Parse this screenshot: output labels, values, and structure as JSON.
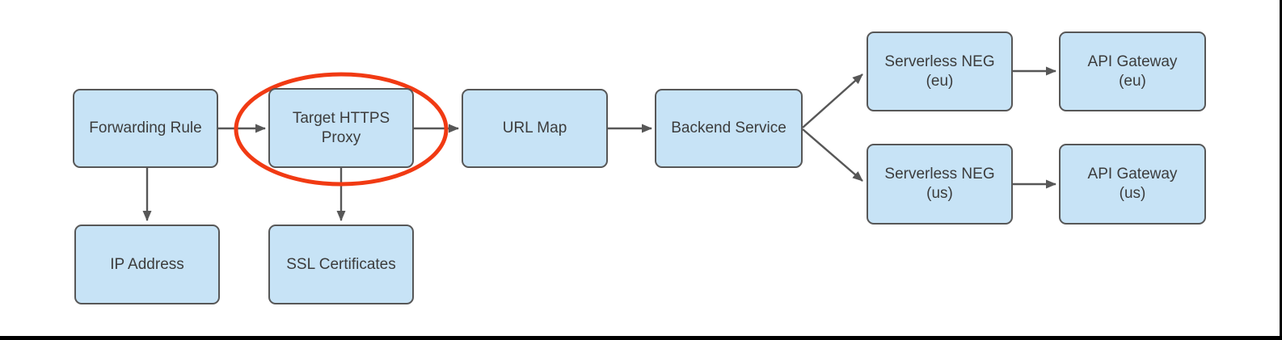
{
  "diagram": {
    "type": "flowchart",
    "colors": {
      "node_fill": "#C7E3F6",
      "node_border": "#575757",
      "node_text": "#3C3C3C",
      "arrow": "#575757",
      "highlight": "#F13A13",
      "frame": "#000000",
      "background": "#FFFFFF"
    },
    "nodes": {
      "forwarding_rule": {
        "lines": [
          "Forwarding Rule"
        ]
      },
      "target_https_proxy": {
        "lines": [
          "Target HTTPS",
          "Proxy"
        ]
      },
      "url_map": {
        "lines": [
          "URL Map"
        ]
      },
      "backend_service": {
        "lines": [
          "Backend Service"
        ]
      },
      "serverless_neg_eu": {
        "lines": [
          "Serverless NEG",
          "(eu)"
        ]
      },
      "api_gateway_eu": {
        "lines": [
          "API Gateway",
          "(eu)"
        ]
      },
      "serverless_neg_us": {
        "lines": [
          "Serverless NEG",
          "(us)"
        ]
      },
      "api_gateway_us": {
        "lines": [
          "API Gateway",
          "(us)"
        ]
      },
      "ip_address": {
        "lines": [
          "IP Address"
        ]
      },
      "ssl_certificates": {
        "lines": [
          "SSL Certificates"
        ]
      }
    },
    "edges": [
      {
        "from": "forwarding_rule",
        "to": "target_https_proxy"
      },
      {
        "from": "target_https_proxy",
        "to": "url_map"
      },
      {
        "from": "url_map",
        "to": "backend_service"
      },
      {
        "from": "backend_service",
        "to": "serverless_neg_eu"
      },
      {
        "from": "backend_service",
        "to": "serverless_neg_us"
      },
      {
        "from": "serverless_neg_eu",
        "to": "api_gateway_eu"
      },
      {
        "from": "serverless_neg_us",
        "to": "api_gateway_us"
      },
      {
        "from": "forwarding_rule",
        "to": "ip_address"
      },
      {
        "from": "target_https_proxy",
        "to": "ssl_certificates"
      }
    ],
    "annotations": [
      {
        "type": "ellipse_highlight",
        "around": "target_https_proxy"
      }
    ]
  }
}
